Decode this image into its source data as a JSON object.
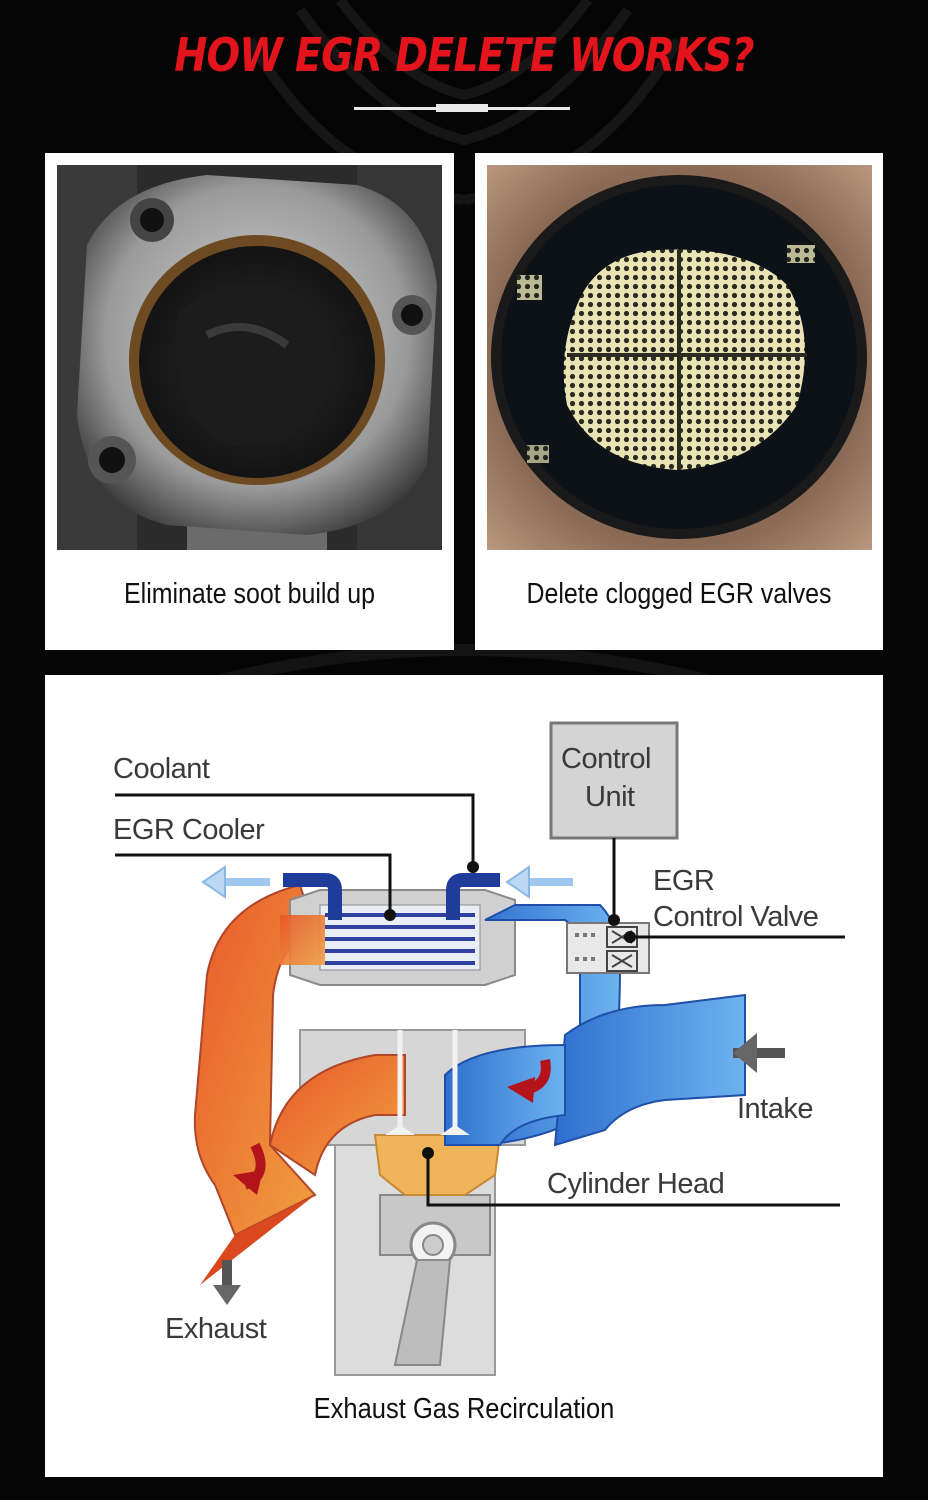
{
  "page": {
    "title": "HOW EGR DELETE WORKS?"
  },
  "cards": [
    {
      "caption": "Eliminate soot build up",
      "image": "egr-port-soot-photo"
    },
    {
      "caption": "Delete clogged EGR valves",
      "image": "clogged-egr-filter-photo"
    }
  ],
  "diagram": {
    "caption": "Exhaust Gas Recirculation",
    "labels": {
      "coolant": "Coolant",
      "egr_cooler": "EGR Cooler",
      "control_unit_line1": "Control",
      "control_unit_line2": "Unit",
      "egr_valve_line1": "EGR",
      "egr_valve_line2": "Control Valve",
      "intake": "Intake",
      "cylinder_head": "Cylinder Head",
      "exhaust": "Exhaust"
    }
  },
  "colors": {
    "title": "#e3141c",
    "background": "#050505",
    "hot_exhaust": "#e8582a",
    "cool_intake": "#2f7fd8"
  }
}
